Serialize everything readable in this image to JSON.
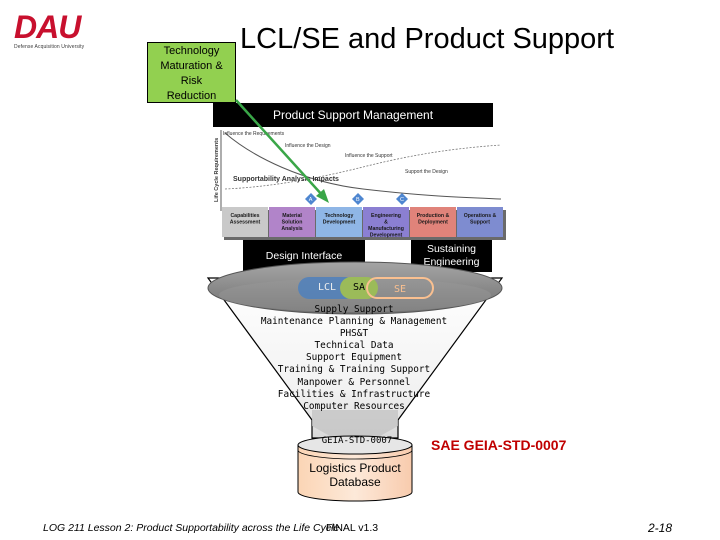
{
  "logo": {
    "letters": "DAU",
    "subtitle": "Defense Acquisition University"
  },
  "title": "LCL/SE and Product Support",
  "tech_box": {
    "lines": [
      "Technology",
      "Maturation &",
      "Risk",
      "Reduction"
    ]
  },
  "psm_label": "Product Support Management",
  "lifecycle_graphic": {
    "side_label": "Life Cycle Requirements",
    "curve_labels": [
      "Influence the Requirements",
      "Influence the Design",
      "Influence the Support",
      "Support the Design"
    ],
    "impact_label": "Supportability Analysis Impacts",
    "milestones": [
      "A",
      "B",
      "C"
    ],
    "phases": [
      {
        "name": "Capabilities Assessment",
        "color": "#c9c9c9"
      },
      {
        "name": "Material Solution Analysis",
        "color": "#b184c9"
      },
      {
        "name": "Technology Development",
        "color": "#8fb6e6"
      },
      {
        "name": "Engineering & Manufacturing Development",
        "color": "#8b7fd2"
      },
      {
        "name": "Production & Deployment",
        "color": "#e0837a"
      },
      {
        "name": "Operations & Support",
        "color": "#7e8cd0"
      }
    ],
    "colors": {
      "phase_bar_shadow": "#6a6a6a",
      "milestone": "#4e86d0"
    }
  },
  "design_interface": "Design Interface",
  "sustaining_engineering": {
    "lines": [
      "Sustaining",
      "Engineering"
    ]
  },
  "chips": {
    "lcl": "LCL",
    "sa": "SA",
    "se": "SE"
  },
  "elements": [
    "Supply Support",
    "Maintenance Planning & Management",
    "PHS&T",
    "Technical Data",
    "Support Equipment",
    "Training & Training Support",
    "Manpower & Personnel",
    "Facilities & Infrastructure",
    "Computer Resources"
  ],
  "database": {
    "tag": "GEIA-STD-0007",
    "lines": [
      "Logistics Product",
      "Database"
    ]
  },
  "sae_label": "SAE GEIA-STD-0007",
  "footer": {
    "left": "LOG 211 Lesson 2: Product Supportability across the Life Cycle",
    "mid": "FINAL v1.3",
    "right": "2-18"
  },
  "colors": {
    "tech_box": "#92d050",
    "arrow": "#3aa648",
    "sae": "#c00000",
    "logo_red": "#c8102e",
    "funnel_ring": "#7f7f7f",
    "lcl_chip": "#4f81bd",
    "sa_chip": "#9bbb59",
    "se_chip": "#fac090",
    "db_top": "#e6e6e6",
    "db_body": "#fde9d9"
  }
}
